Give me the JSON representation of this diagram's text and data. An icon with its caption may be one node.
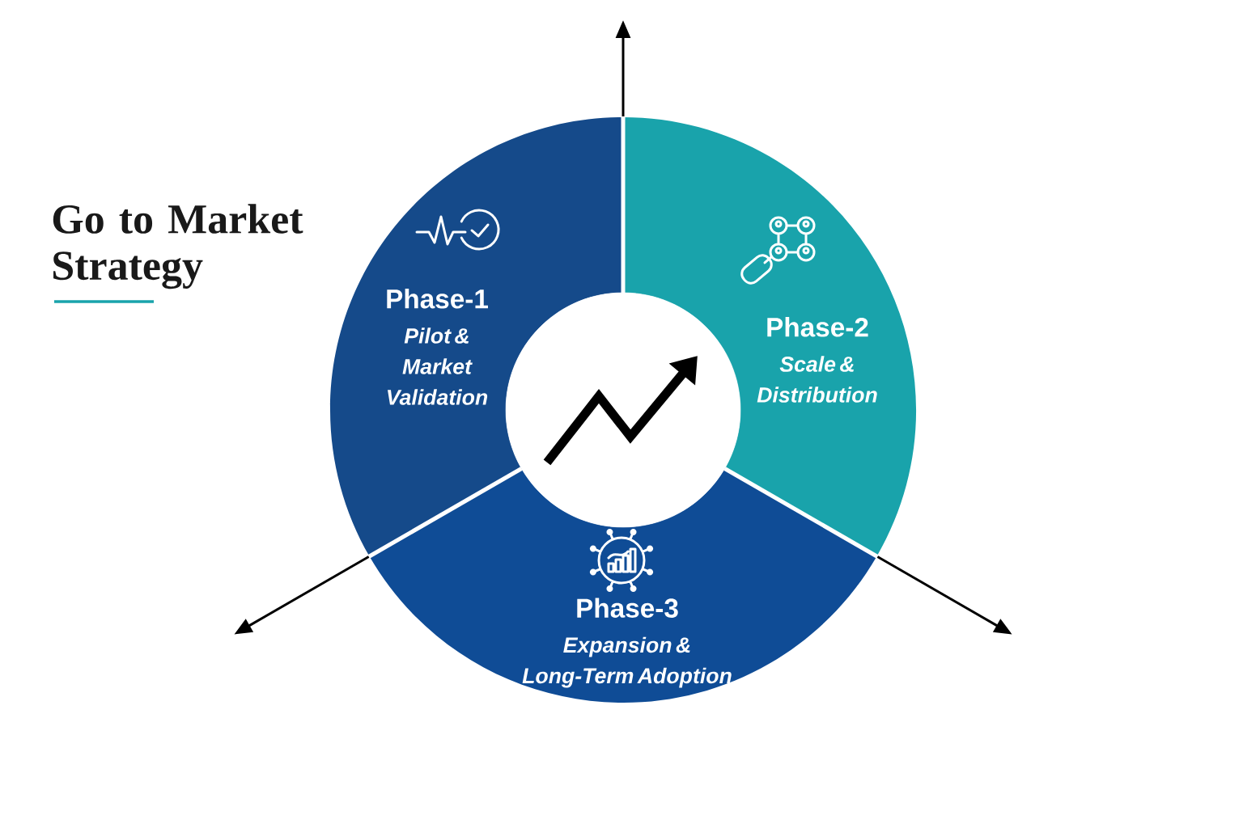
{
  "diagram": {
    "title": "Go to Market Strategy",
    "nodes": [
      {
        "text": [
          "Phase-1",
          "Pilot & Market Validation"
        ]
      },
      {
        "text": [
          "Phase-2",
          "Scale & Distribution"
        ]
      },
      {
        "text": [
          "Phase-3",
          "Expansion & Long-Term Adoption"
        ]
      },
      {
        "text": [],
        "shape": "circle"
      }
    ]
  }
}
